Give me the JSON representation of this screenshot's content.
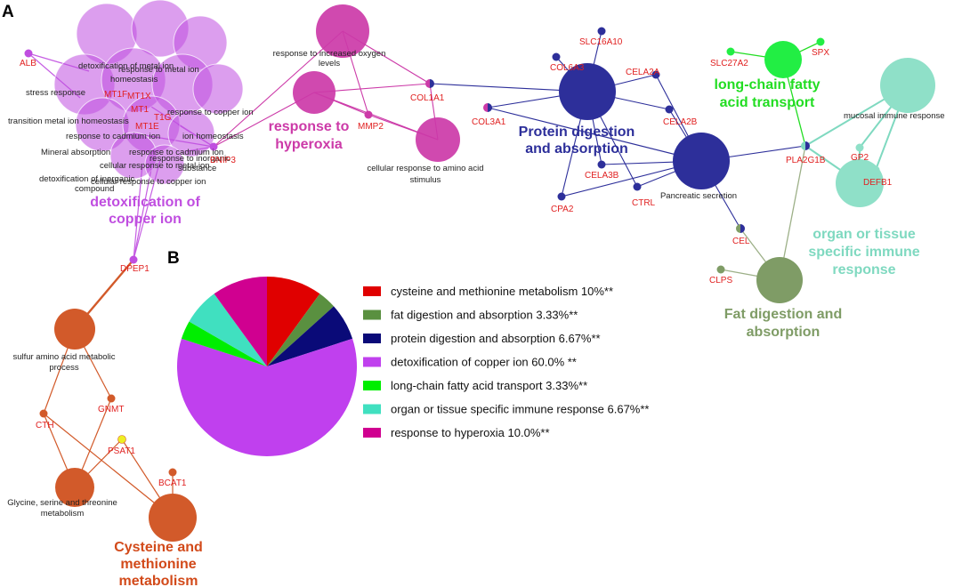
{
  "panels": {
    "a": "A",
    "b": "B"
  },
  "colors": {
    "copper": "#c04ee0",
    "hyperoxia": "#cc3aa8",
    "protein": "#2d2f9a",
    "fatty_acid": "#22dd22",
    "immune": "#7fd9c0",
    "fat": "#7f9c66",
    "cysteine": "#d25a2a",
    "gene_label": "#e02020"
  },
  "cluster_labels": {
    "copper_1": "detoxification of",
    "copper_2": "copper ion",
    "hyperoxia_1": "response to",
    "hyperoxia_2": "hyperoxia",
    "protein_1": "Protein digestion",
    "protein_2": "and absorption",
    "fatty_1": "long-chain fatty",
    "fatty_2": "acid transport",
    "immune_1": "organ or tissue",
    "immune_2": "specific immune",
    "immune_3": "response",
    "fat_1": "Fat digestion and",
    "fat_2": "absorption",
    "cys_1": "Cysteine and",
    "cys_2": "methionine",
    "cys_3": "metabolism"
  },
  "genes": {
    "alb": "ALB",
    "mt1f": "MT1F",
    "mt1x": "MT1X",
    "mt1": "MT1",
    "mt1e": "MT1E",
    "t1g": "T1G",
    "bnip3": "BNIP3",
    "dpep1": "DPEP1",
    "mmp2": "MMP2",
    "col1a1": "COL1A1",
    "col3a1": "COL3A1",
    "col6a3": "COL6A3",
    "slc16a10": "SLC16A10",
    "cela2a": "CELA2A",
    "cela2b": "CELA2B",
    "cela3b": "CELA3B",
    "cpa2": "CPA2",
    "ctrl": "CTRL",
    "slc27a2": "SLC27A2",
    "spx": "SPX",
    "pla2g1b": "PLA2G1B",
    "gp2": "GP2",
    "defb1": "DEFB1",
    "cel": "CEL",
    "clps": "CLPS",
    "gnmt": "GNMT",
    "cth": "CTH",
    "psat1": "PSAT1",
    "bcat1": "BCAT1"
  },
  "terms": {
    "copper_term_1": "detoxification of metal ion",
    "copper_term_2": "response to metal ion",
    "copper_term_3": "homeostasis",
    "copper_term_4": "stress response",
    "copper_term_5": "transition metal ion homeostasis",
    "copper_term_6": "response to copper ion",
    "copper_term_7": "response to cadmium ion",
    "copper_term_8": "ion homeostasis",
    "copper_term_9": "Mineral absorption",
    "copper_term_10": "response to cadmium ion",
    "copper_term_11": "response to inorganic",
    "copper_term_12": "substance",
    "copper_term_13": "cellular response to metal ion",
    "copper_term_14": "detoxification of inorganic",
    "copper_term_15": "compound",
    "copper_term_16": "cellular response to copper ion",
    "hyper_term_1": "response to increased oxygen",
    "hyper_term_2": "levels",
    "hyper_term_3": "cellular response to amino acid",
    "hyper_term_4": "stimulus",
    "pancreatic": "Pancreatic secretion",
    "mucosal": "mucosal immune response",
    "sulfur_1": "sulfur amino acid metabolic",
    "sulfur_2": "process",
    "glycine_1": "Glycine, serine and threonine",
    "glycine_2": "metabolism"
  },
  "chart_data": {
    "type": "pie",
    "categories": [
      "cysteine and methionine metabolism",
      "fat digestion and absorption",
      "protein digestion and absorption",
      "detoxification of copper ion",
      "long-chain fatty acid transport",
      "organ or tissue specific immune response",
      "response to hyperoxia"
    ],
    "values": [
      10.0,
      3.33,
      6.67,
      60.0,
      3.33,
      6.67,
      10.0
    ],
    "legend_labels": [
      "cysteine and methionine metabolism 10%**",
      "fat digestion and absorption 3.33%**",
      "protein digestion and absorption 6.67%**",
      "detoxification of copper ion 60.0% **",
      "long-chain fatty acid transport 3.33%**",
      "organ or tissue specific immune response 6.67%**",
      "response to hyperoxia 10.0%**"
    ],
    "colors": [
      "#e00000",
      "#5a9040",
      "#0a0a78",
      "#c040ee",
      "#00ee00",
      "#40e0c0",
      "#d00090"
    ],
    "legend": "right"
  }
}
